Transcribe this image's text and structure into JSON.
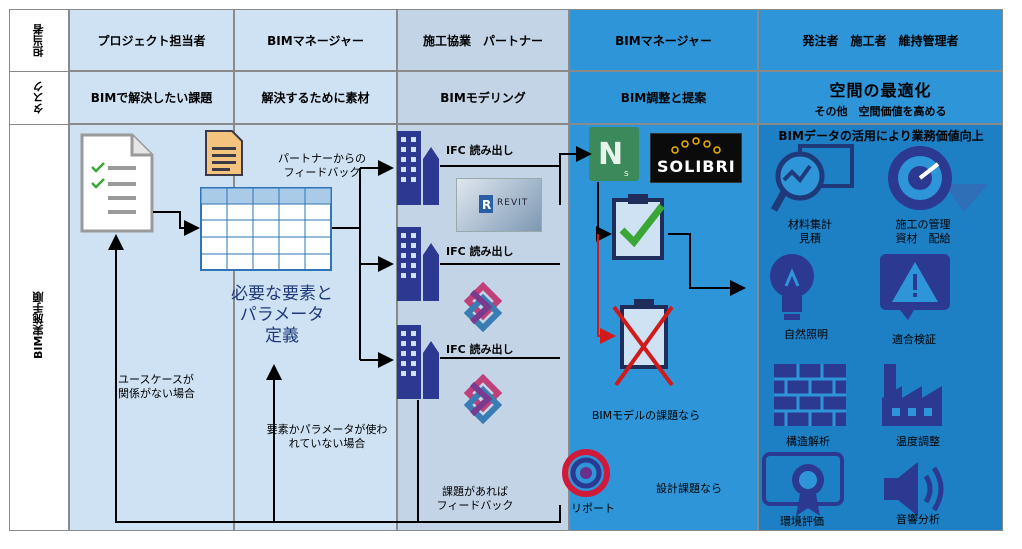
{
  "row_labels": {
    "owner": "担当者",
    "task": "タスク",
    "process": "BIM実施手順"
  },
  "columns": [
    {
      "owner": "プロジェクト担当者",
      "task": "BIMで解決したい課題"
    },
    {
      "owner": "BIMマネージャー",
      "task": "解決するために素材"
    },
    {
      "owner": "施工協業　パートナー",
      "task": "BIMモデリング"
    },
    {
      "owner": "BIMマネージャー",
      "task": "BIM調整と提案"
    },
    {
      "owner": "発注者　施工者　維持管理者",
      "task_title": "空間の最適化",
      "task_sub": "その他　空間価値を高める"
    }
  ],
  "col2": {
    "feedback_note": "パートナーからの\nフィードバック",
    "requirement_title": "必要な要素と\nパラメータ\n定義"
  },
  "col3": {
    "ifc_labels": [
      "IFC 読み出し",
      "IFC 読み出し",
      "IFC 読み出し"
    ],
    "revit_logo": "REVIT"
  },
  "col4": {
    "solibri_logo": "SOLIBRI",
    "bim_issue": "BIMモデルの課題なら",
    "design_issue": "設計課題なら",
    "report": "リポート"
  },
  "col5": {
    "headline": "BIMデータの活用により業務価値向上",
    "items": [
      "材料集計\n見積",
      "施工の管理\n資材　配給",
      "自然照明",
      "適合検証",
      "構造解析",
      "温度調整",
      "環境評価",
      "音響分析"
    ]
  },
  "loops": {
    "usecase": "ユースケースが\n関係がない場合",
    "unused": "要素かパラメータが使わ\nれていない場合",
    "feedback": "課題があれば\nフィードバック"
  },
  "colors": {
    "col_light": "#cfe2f3",
    "col_mid": "#c3d4e6",
    "col_blue": "#2e95d8",
    "col_dark": "#1d7fc4",
    "icon_navy": "#2b3990"
  }
}
